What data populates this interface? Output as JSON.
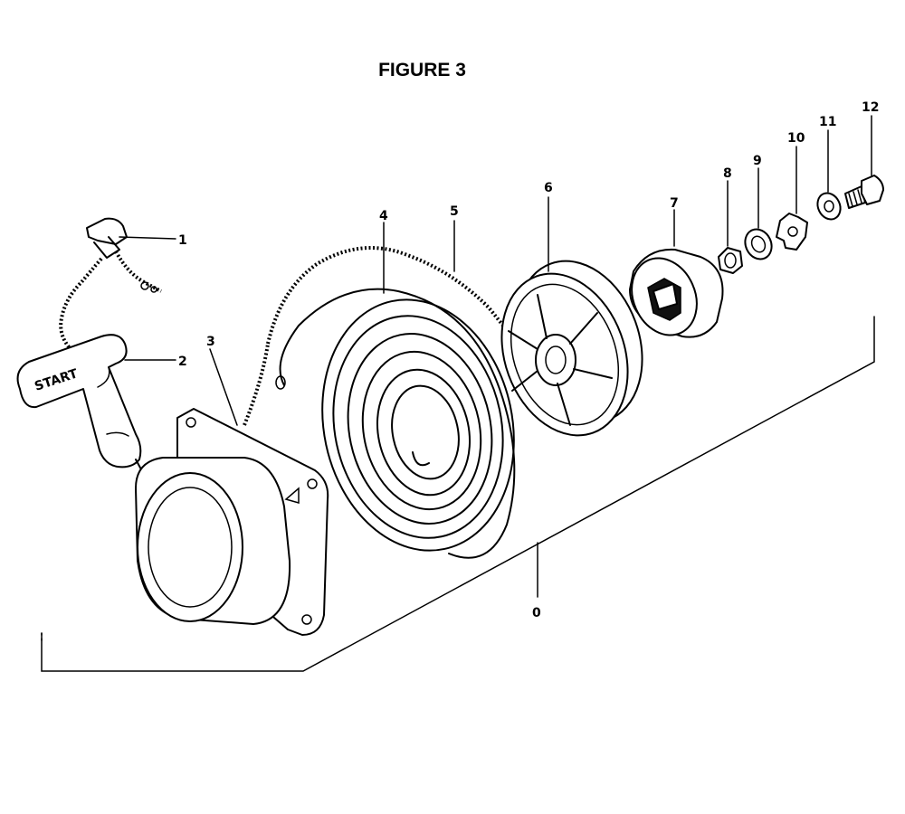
{
  "figure": {
    "title": "FIGURE 3"
  },
  "handle_text": "START",
  "callouts": [
    {
      "id": "p1",
      "label": "1"
    },
    {
      "id": "p2",
      "label": "2"
    },
    {
      "id": "p3",
      "label": "3"
    },
    {
      "id": "p4",
      "label": "4"
    },
    {
      "id": "p5",
      "label": "5"
    },
    {
      "id": "p6",
      "label": "6"
    },
    {
      "id": "p7",
      "label": "7"
    },
    {
      "id": "p8",
      "label": "8"
    },
    {
      "id": "p9",
      "label": "9"
    },
    {
      "id": "p10",
      "label": "10"
    },
    {
      "id": "p11",
      "label": "11"
    },
    {
      "id": "p12",
      "label": "12"
    },
    {
      "id": "p0",
      "label": "0"
    }
  ]
}
